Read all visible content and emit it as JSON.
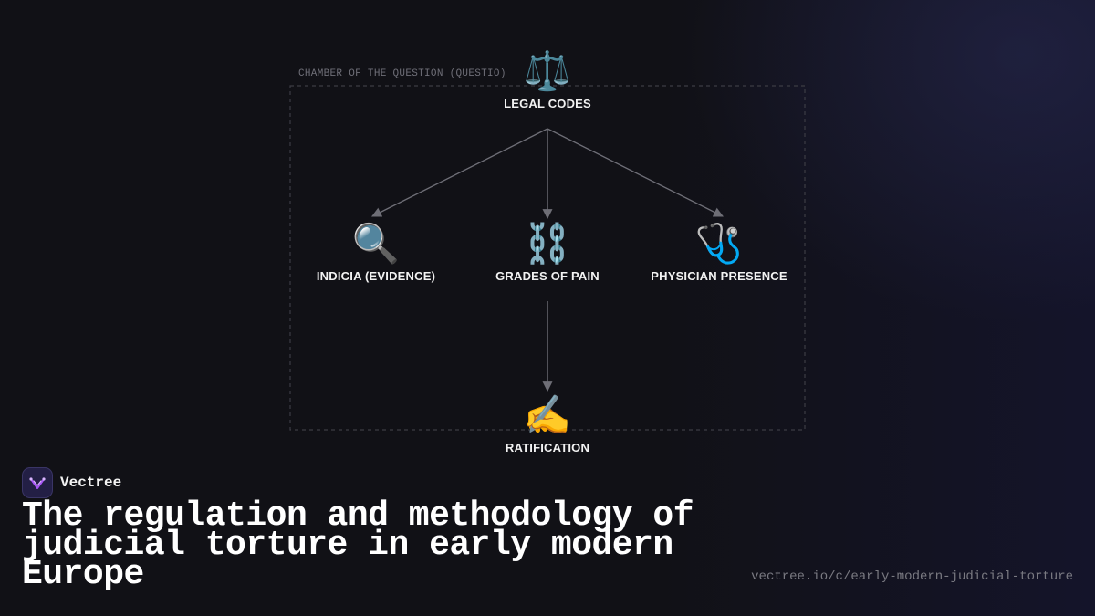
{
  "diagram": {
    "group_label": "CHAMBER OF THE QUESTION (QUESTIO)",
    "nodes": {
      "legal_codes": {
        "icon": "⚖️",
        "icon_name": "scales-icon",
        "label": "LEGAL CODES"
      },
      "indicia": {
        "icon": "🔍",
        "icon_name": "magnifier-icon",
        "label": "INDICIA (EVIDENCE)"
      },
      "grades": {
        "icon": "⛓️",
        "icon_name": "chains-icon",
        "label": "GRADES OF PAIN"
      },
      "physician": {
        "icon": "🩺",
        "icon_name": "stethoscope-icon",
        "label": "PHYSICIAN PRESENCE"
      },
      "ratification": {
        "icon": "✍️",
        "icon_name": "writing-hand-icon",
        "label": "RATIFICATION"
      }
    },
    "edges": [
      {
        "from": "legal_codes",
        "to": "indicia"
      },
      {
        "from": "legal_codes",
        "to": "grades"
      },
      {
        "from": "legal_codes",
        "to": "physician"
      },
      {
        "from": "grades",
        "to": "ratification"
      }
    ],
    "colors": {
      "edge": "#6e6e76",
      "group_border": "#3c3c44"
    }
  },
  "brand": {
    "name": "Vectree",
    "logo_color": "#a855f7"
  },
  "title": "The regulation and methodology of judicial torture in early modern Europe",
  "url": "vectree.io/c/early-modern-judicial-torture"
}
